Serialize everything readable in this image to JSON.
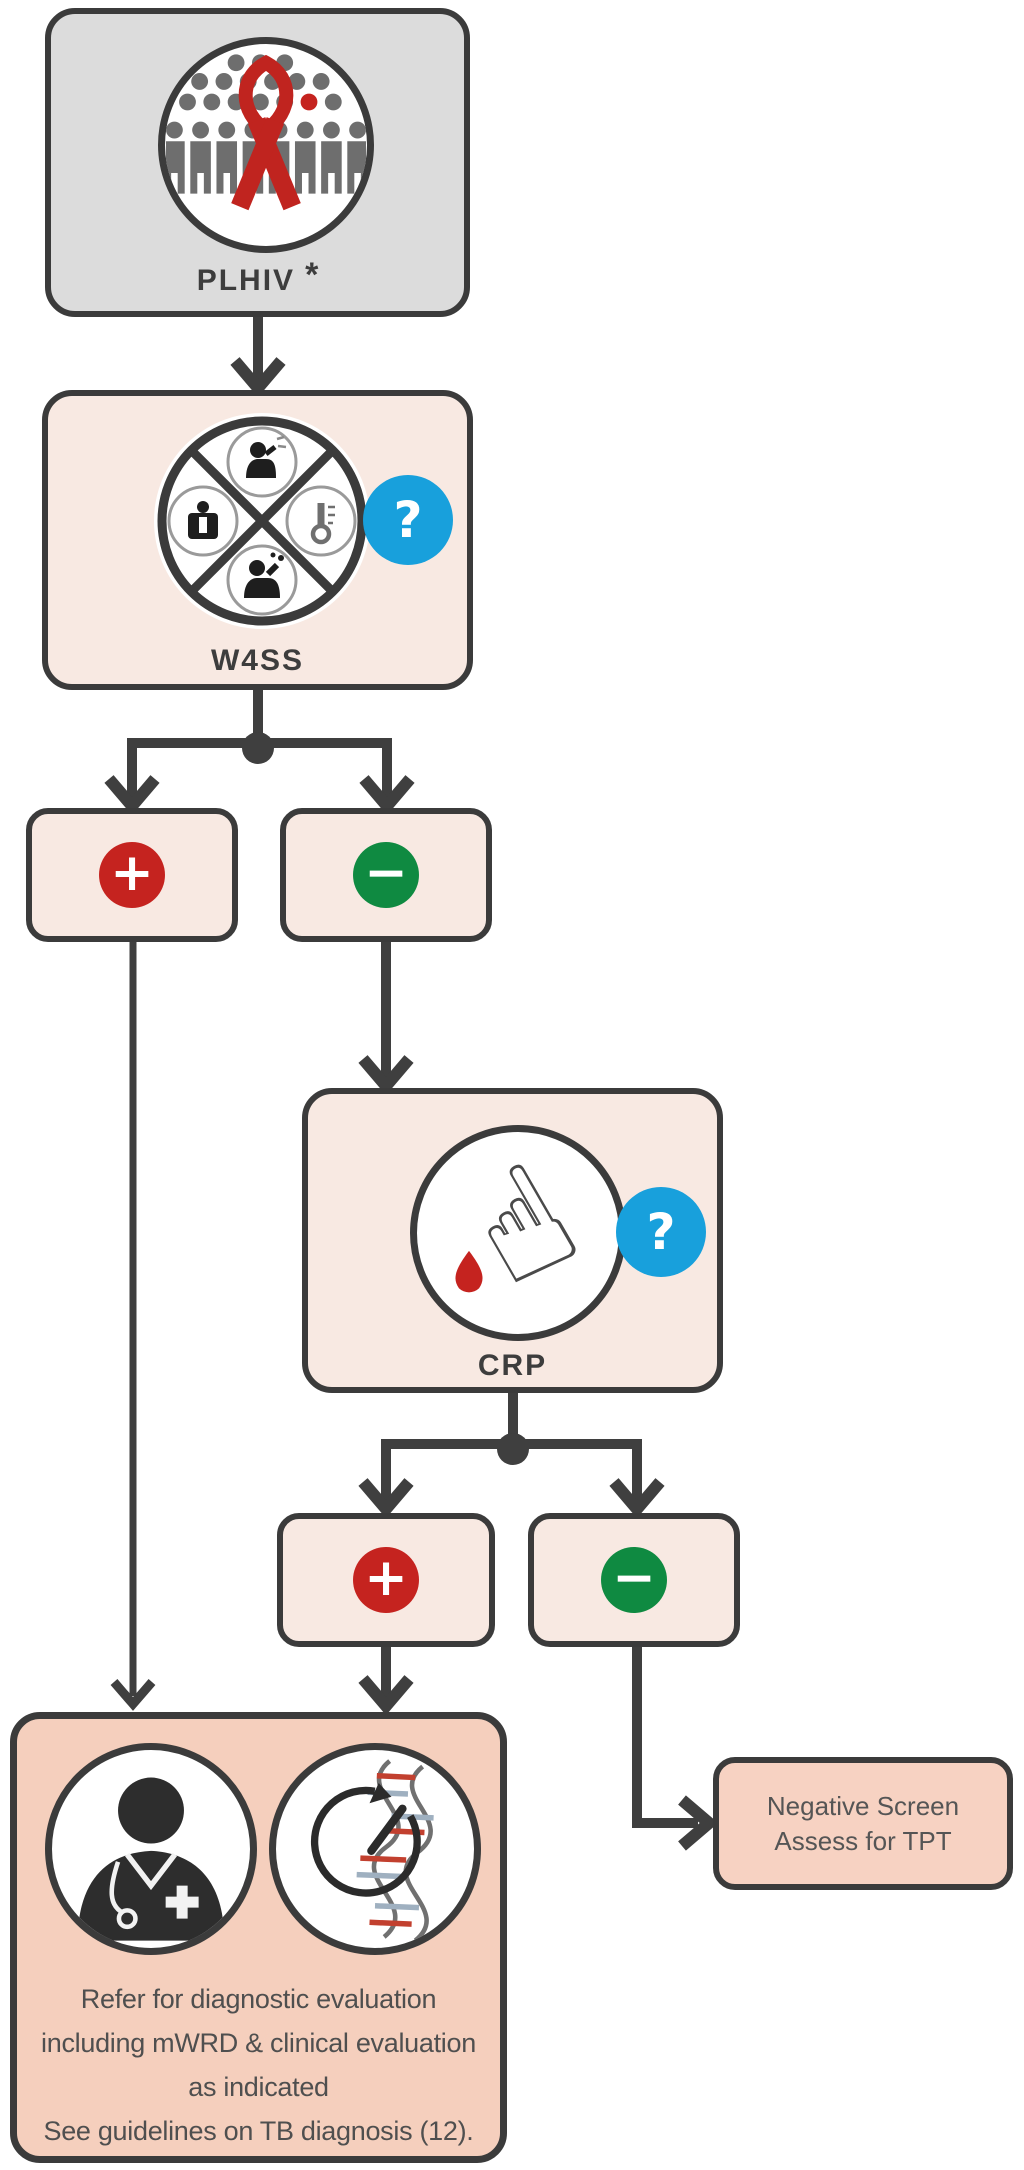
{
  "palette": {
    "background": "#ffffff",
    "border_dark": "#3b3b3b",
    "connector": "#3f3f3f",
    "box_gray": "#dcdcdc",
    "box_light_peach": "#f8e9e2",
    "box_dark_peach": "#f5cfbd",
    "box_negative_screen": "#f7d2c2",
    "badge_blue": "#18a0dc",
    "positive_red": "#c5231f",
    "negative_green": "#0f8a41",
    "ribbon_red": "#c0241f",
    "blood_drop_red": "#c5231f",
    "label_text": "#3d3d3d",
    "body_text": "#4f4f4f"
  },
  "nodes": {
    "plhiv": {
      "label": "PLHIV",
      "asterisk": "*"
    },
    "w4ss": {
      "label": "W4SS",
      "help_badge": "?"
    },
    "w4ss_positive": {
      "symbol": "+"
    },
    "w4ss_negative": {
      "symbol": "−"
    },
    "crp": {
      "label": "CRP",
      "help_badge": "?"
    },
    "crp_positive": {
      "symbol": "+"
    },
    "crp_negative": {
      "symbol": "−"
    },
    "referral": {
      "lines": [
        "Refer for diagnostic evaluation",
        "including mWRD & clinical evaluation",
        "as indicated",
        "See guidelines on TB diagnosis (12)."
      ]
    },
    "negative_screen": {
      "lines": [
        "Negative Screen",
        "Assess for TPT"
      ]
    }
  },
  "icons": {
    "plhiv": "crowd-with-red-awareness-ribbon",
    "w4ss": "four-symptom-screen-wheel",
    "w4ss_quadrants": [
      "cough",
      "weight-loss",
      "fever",
      "night-sweats"
    ],
    "crp": "finger-prick-blood-drop",
    "crp_glyph": "☝",
    "referral_left": "doctor-clinical-evaluation",
    "referral_right": "molecular-dna-test",
    "help": "question-mark"
  }
}
